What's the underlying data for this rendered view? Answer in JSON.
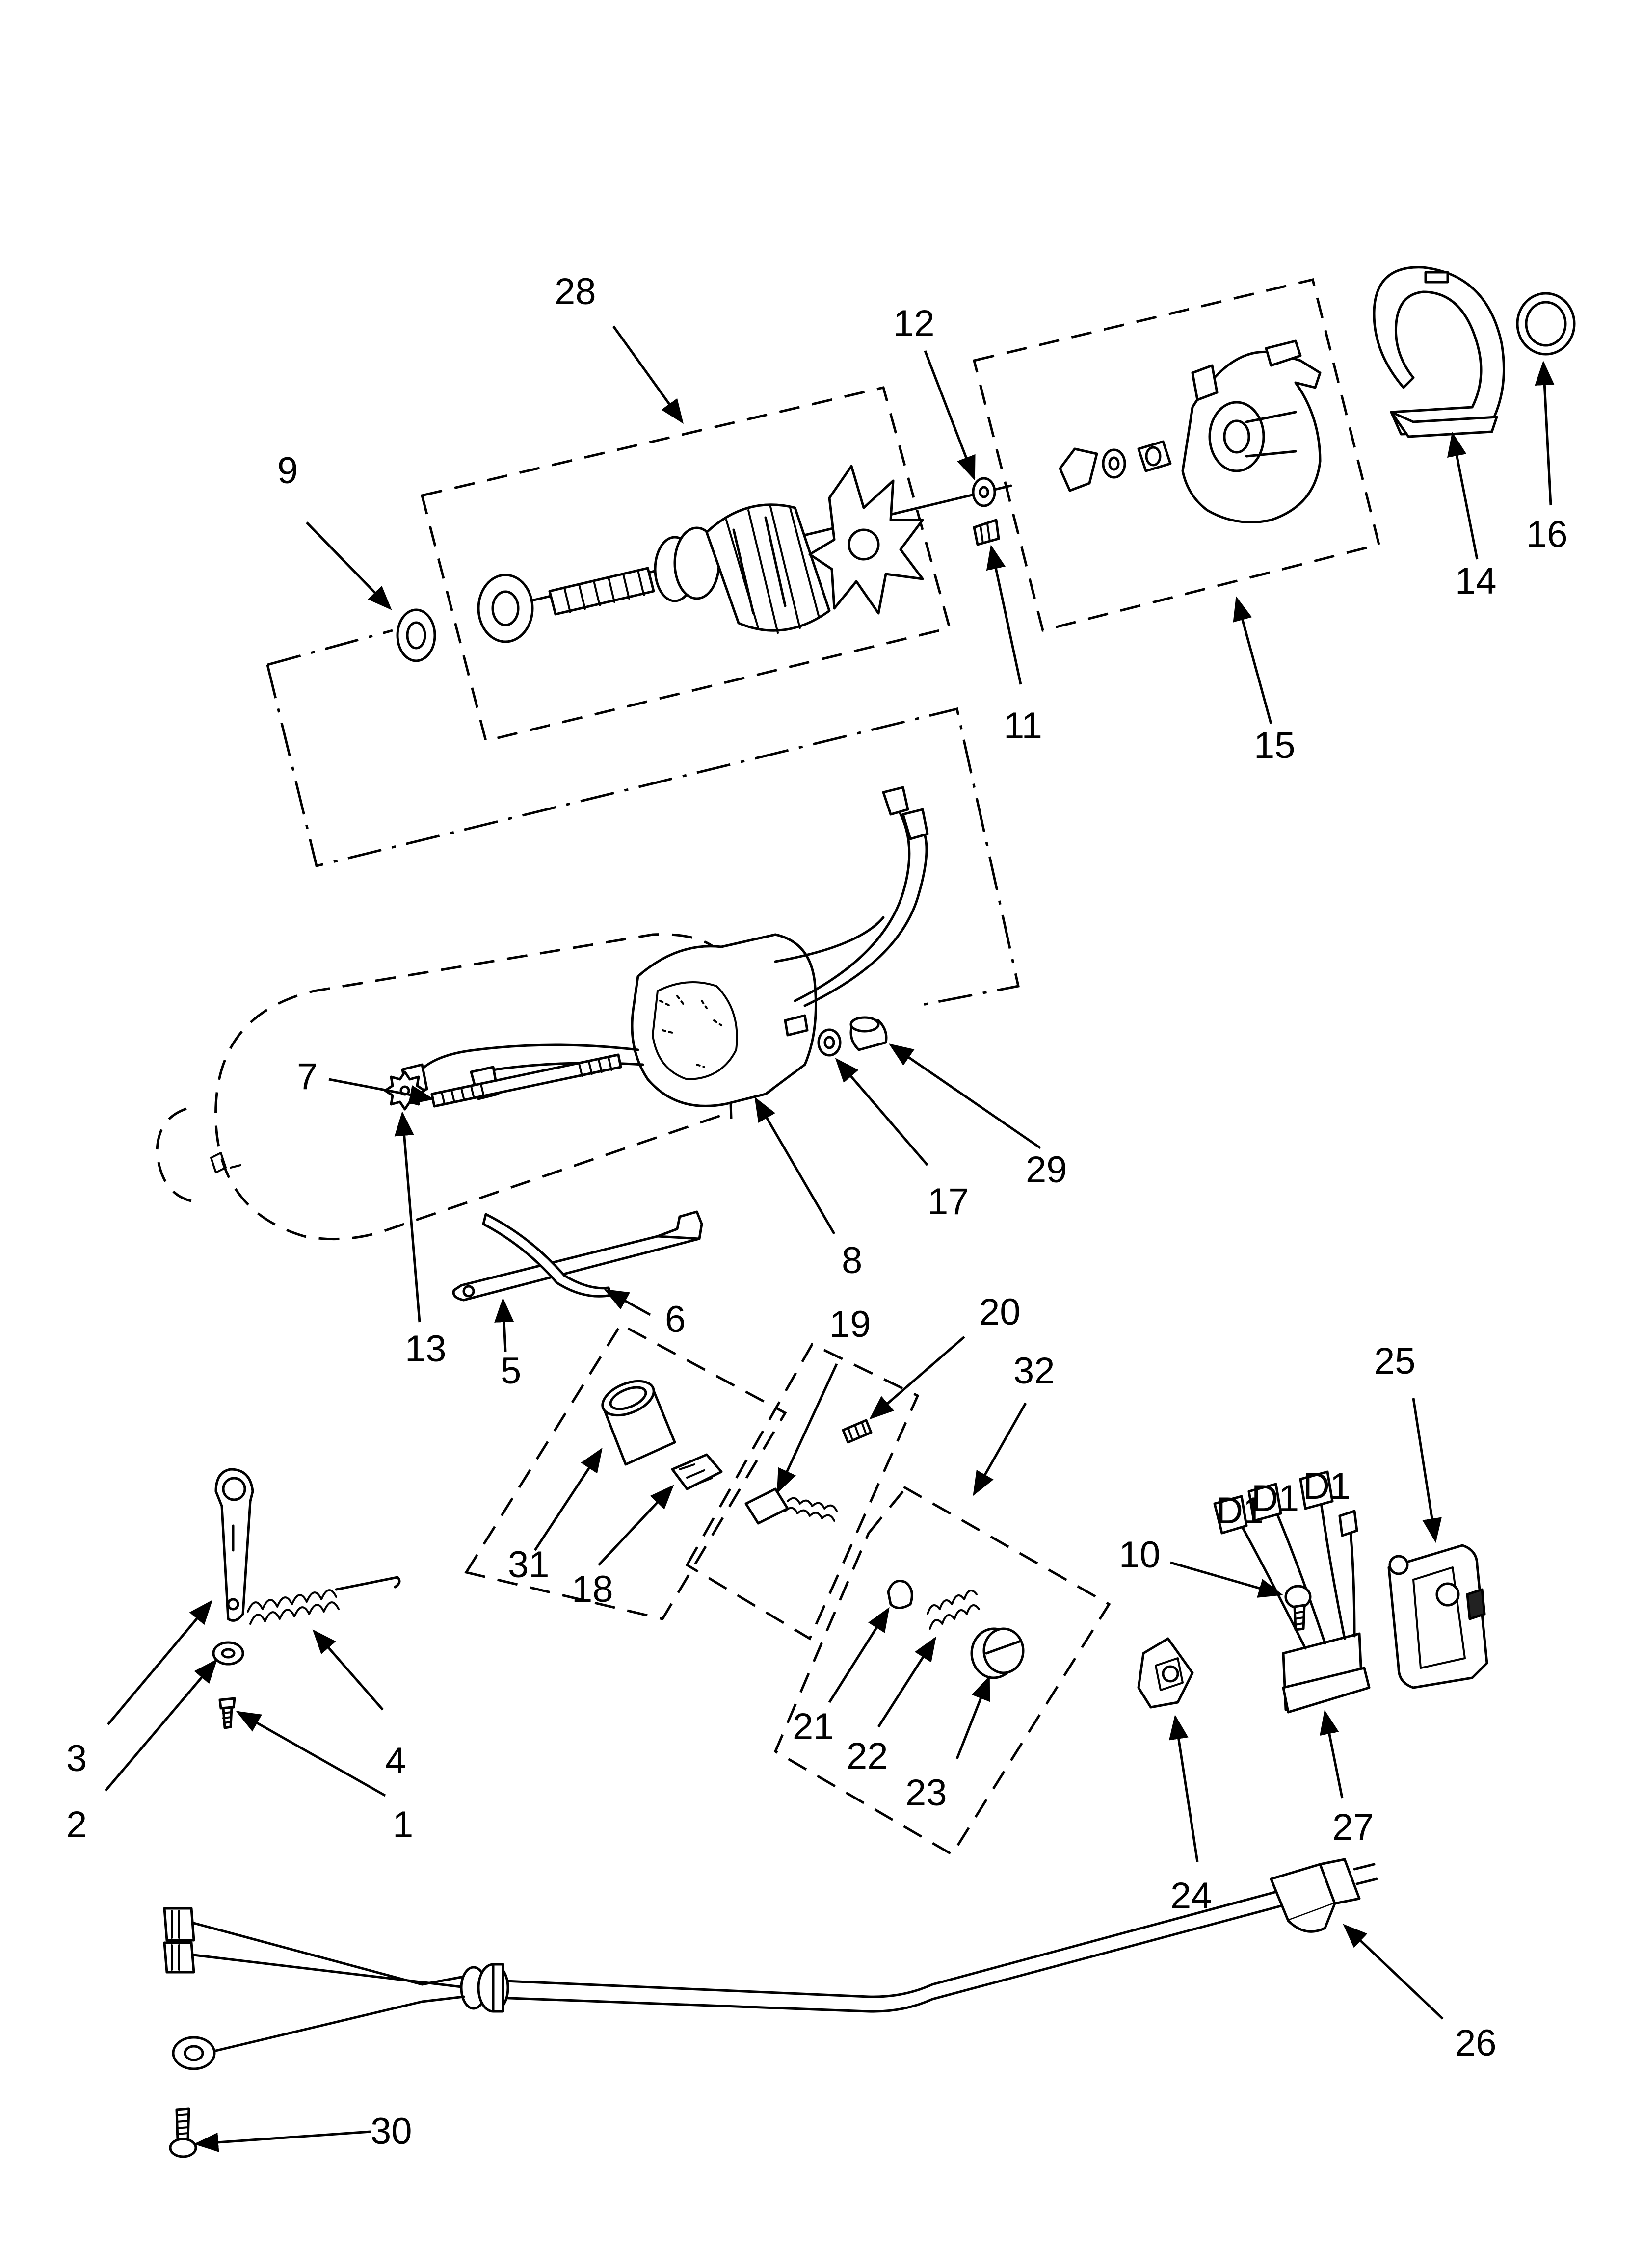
{
  "diagram": {
    "callouts": [
      {
        "id": "28",
        "text": "28"
      },
      {
        "id": "12",
        "text": "12"
      },
      {
        "id": "9",
        "text": "9"
      },
      {
        "id": "16",
        "text": "16"
      },
      {
        "id": "14",
        "text": "14"
      },
      {
        "id": "11",
        "text": "11"
      },
      {
        "id": "15",
        "text": "15"
      },
      {
        "id": "7",
        "text": "7"
      },
      {
        "id": "29",
        "text": "29"
      },
      {
        "id": "17",
        "text": "17"
      },
      {
        "id": "8",
        "text": "8"
      },
      {
        "id": "13",
        "text": "13"
      },
      {
        "id": "5",
        "text": "5"
      },
      {
        "id": "6",
        "text": "6"
      },
      {
        "id": "19",
        "text": "19"
      },
      {
        "id": "20",
        "text": "20"
      },
      {
        "id": "32",
        "text": "32"
      },
      {
        "id": "25",
        "text": "25"
      },
      {
        "id": "10",
        "text": "10"
      },
      {
        "id": "31",
        "text": "31"
      },
      {
        "id": "18",
        "text": "18"
      },
      {
        "id": "3",
        "text": "3"
      },
      {
        "id": "4",
        "text": "4"
      },
      {
        "id": "2",
        "text": "2"
      },
      {
        "id": "1",
        "text": "1"
      },
      {
        "id": "21",
        "text": "21"
      },
      {
        "id": "22",
        "text": "22"
      },
      {
        "id": "23",
        "text": "23"
      },
      {
        "id": "24",
        "text": "24"
      },
      {
        "id": "27",
        "text": "27"
      },
      {
        "id": "26",
        "text": "26"
      },
      {
        "id": "30",
        "text": "30"
      }
    ],
    "terminal_labels": [
      "D1",
      "D1",
      "D1"
    ]
  }
}
